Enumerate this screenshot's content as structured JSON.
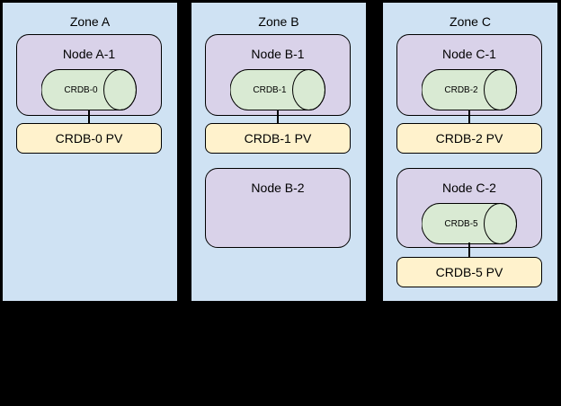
{
  "colors": {
    "background": "#000000",
    "zone_fill": "#cfe2f3",
    "node_fill": "#d9d2e9",
    "cylinder_fill": "#d9ead3",
    "pv_fill": "#fff2cc",
    "border": "#000000",
    "text": "#000000"
  },
  "zones": [
    {
      "title": "Zone A",
      "nodes": [
        {
          "label": "Node A-1",
          "cylinder": "CRDB-0",
          "pv": "CRDB-0 PV"
        }
      ]
    },
    {
      "title": "Zone B",
      "nodes": [
        {
          "label": "Node B-1",
          "cylinder": "CRDB-1",
          "pv": "CRDB-1 PV"
        },
        {
          "label": "Node B-2"
        }
      ]
    },
    {
      "title": "Zone C",
      "nodes": [
        {
          "label": "Node C-1",
          "cylinder": "CRDB-2",
          "pv": "CRDB-2 PV"
        },
        {
          "label": "Node C-2",
          "cylinder": "CRDB-5",
          "pv": "CRDB-5 PV"
        }
      ]
    }
  ]
}
